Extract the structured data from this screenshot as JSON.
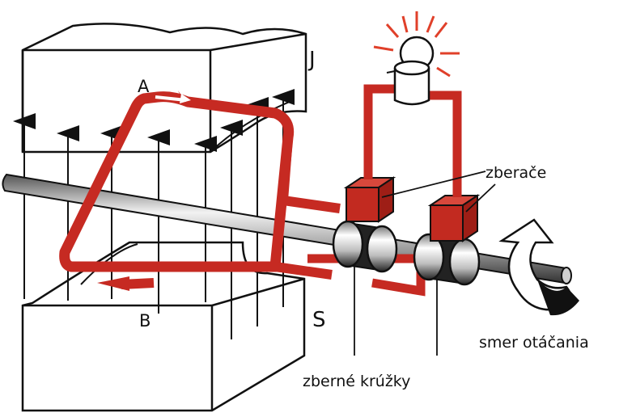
{
  "labels": {
    "pole_north": "J",
    "pole_south": "S",
    "point_a": "A",
    "point_b": "B",
    "brushes": "zberače",
    "slip_rings": "zberné krúžky",
    "rotation": "smer otáčania"
  },
  "colors": {
    "conductor": "#c62a22",
    "brush": "#c22a20",
    "outline": "#111111",
    "background": "#ffffff",
    "bulb_glow": "#e0402a"
  },
  "icons": {
    "bulb": "light-bulb-icon",
    "rotation": "curved-arrow-icon"
  }
}
